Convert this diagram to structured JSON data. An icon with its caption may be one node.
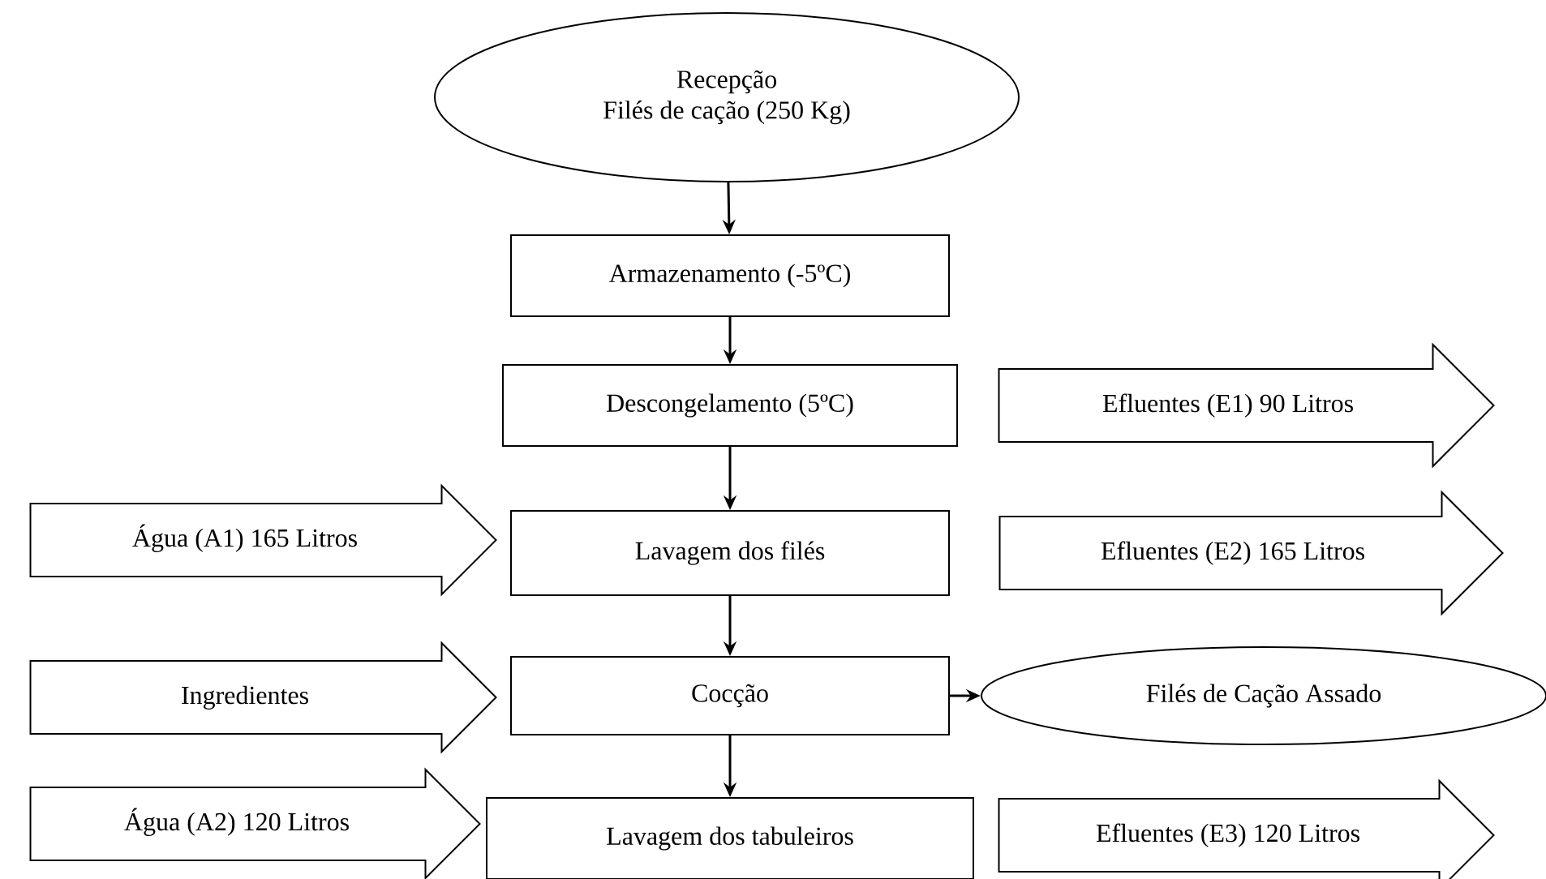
{
  "diagram": {
    "nodes": [
      {
        "text": [
          "Recepção",
          "Filés de cação (250 Kg)"
        ]
      },
      {
        "text": [
          "Armazenamento (-5ºC)"
        ]
      },
      {
        "text": [
          "Descongelamento (5ºC)"
        ]
      },
      {
        "text": [
          "Efluentes (E1) 90 Litros"
        ]
      },
      {
        "text": [
          "Água (A1) 165 Litros"
        ]
      },
      {
        "text": [
          "Lavagem dos filés"
        ]
      },
      {
        "text": [
          "Efluentes (E2) 165 Litros"
        ]
      },
      {
        "text": [
          "Ingredientes"
        ]
      },
      {
        "text": [
          "Cocção"
        ]
      },
      {
        "text": [
          "Filés de Cação Assado"
        ]
      },
      {
        "text": [
          "Água (A2) 120 Litros"
        ]
      },
      {
        "text": [
          "Lavagem dos tabuleiros"
        ]
      },
      {
        "text": [
          "Efluentes (E3) 120 Litros"
        ]
      }
    ],
    "edges": [
      {
        "from": 0,
        "to": 1,
        "arrow": "to"
      },
      {
        "from": 1,
        "to": 2,
        "arrow": "to"
      },
      {
        "from": 2,
        "to": 5,
        "arrow": "to"
      },
      {
        "from": 5,
        "to": 8,
        "arrow": "to"
      },
      {
        "from": 8,
        "to": 11,
        "arrow": "to"
      },
      {
        "from": 8,
        "to": 9,
        "arrow": "to"
      }
    ]
  }
}
